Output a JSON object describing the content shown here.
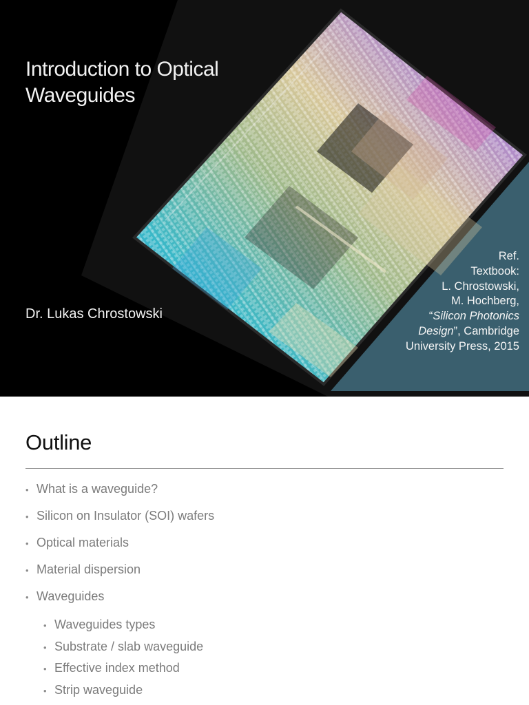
{
  "slide1": {
    "title_lines": [
      "Introduction to Optical",
      "Waveguides"
    ],
    "author": "Dr. Lukas Chrostowski",
    "reference": {
      "line1": "Ref.",
      "line2": "Textbook:",
      "line3": "L. Chrostowski,",
      "line4": "M. Hochberg,",
      "line5_open_quote": "“",
      "line5_italic": "Silicon Photonics",
      "line6_italic": "Design",
      "line6_rest": "”, Cambridge",
      "line7": "University Press, 2015"
    },
    "image": "silicon-photonics-chip-photo",
    "colors": {
      "background": "#000000",
      "reference_panel": "#3a5f6e",
      "text": "#f2f2f2"
    }
  },
  "slide2": {
    "title": "Outline",
    "bullets": [
      "What is a waveguide?",
      "Silicon on Insulator (SOI) wafers",
      "Optical materials",
      "Material dispersion",
      "Waveguides"
    ],
    "sub_bullets": [
      "Waveguides types",
      "Substrate / slab waveguide",
      "Effective index method",
      "Strip waveguide"
    ],
    "bullet_glyph": "•",
    "colors": {
      "title": "#111111",
      "bullet_text": "#7b7b7b",
      "divider": "#9a9a9a"
    }
  }
}
